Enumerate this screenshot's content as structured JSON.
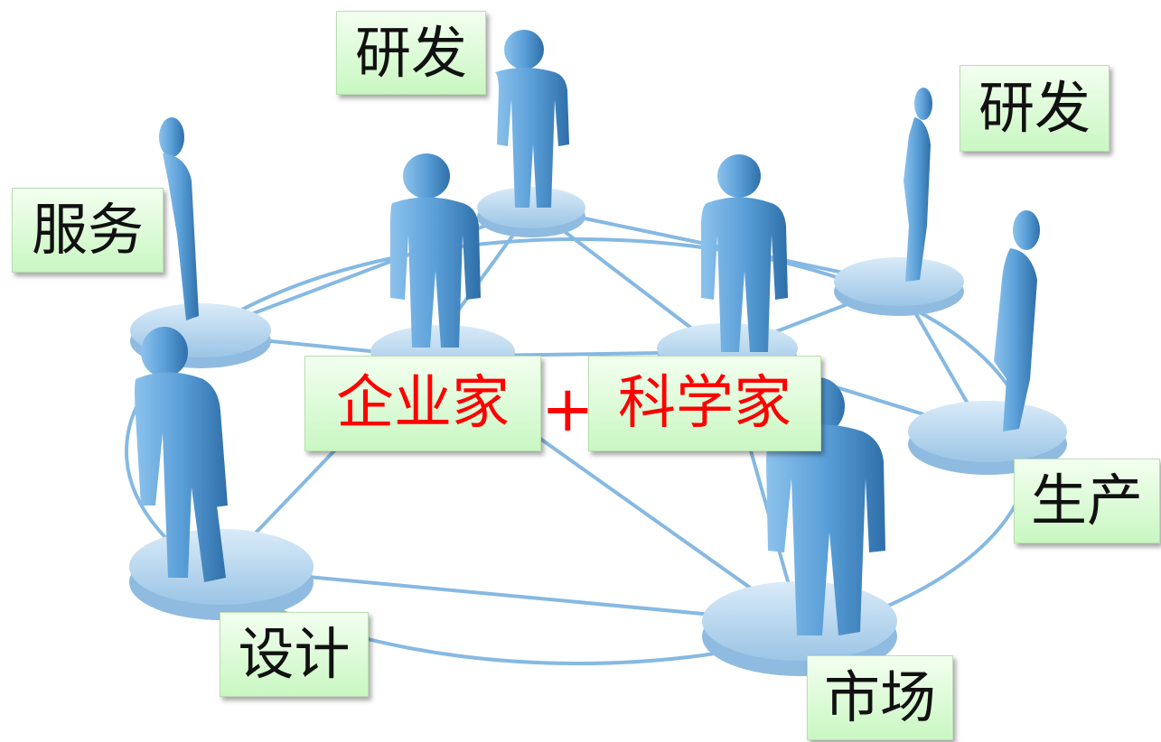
{
  "labels": {
    "rd_top": "研发",
    "rd_right": "研发",
    "service": "服务",
    "production": "生产",
    "design": "设计",
    "market": "市场",
    "entrepreneur": "企业家",
    "plus": "+",
    "scientist": "科学家"
  },
  "colors": {
    "figure": "#5c9fd6",
    "figure_dark": "#3f7fb8",
    "disc": "#b8d7ef",
    "line": "#7fb3de",
    "label_bg": "#d6f9d0",
    "accent_text": "#ff0000"
  }
}
